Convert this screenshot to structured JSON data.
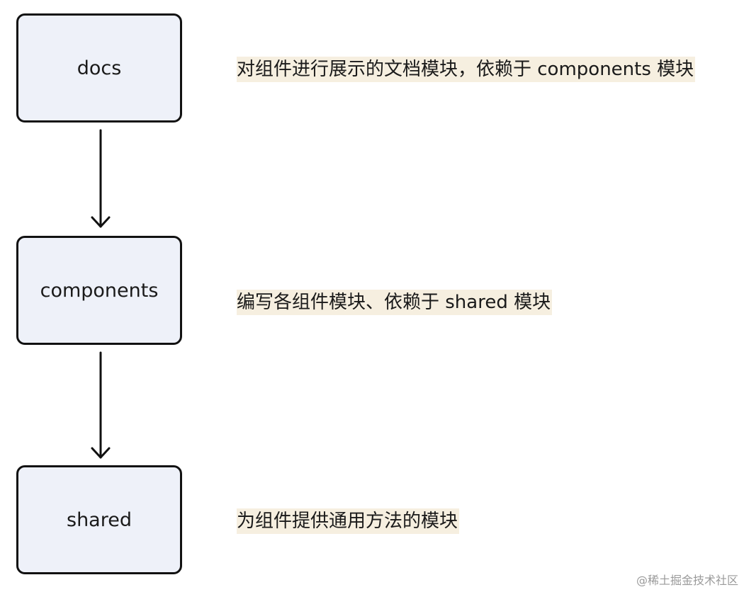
{
  "nodes": {
    "docs": "docs",
    "components": "components",
    "shared": "shared"
  },
  "descriptions": {
    "docs": "对组件进行展示的文档模块，依赖于 components 模块",
    "components": "编写各组件模块、依赖于 shared 模块",
    "shared": "为组件提供通用方法的模块"
  },
  "watermark": "@稀土掘金技术社区",
  "colors": {
    "node_fill": "#eef1f9",
    "node_border": "#111111",
    "highlight": "#f6efe0"
  }
}
